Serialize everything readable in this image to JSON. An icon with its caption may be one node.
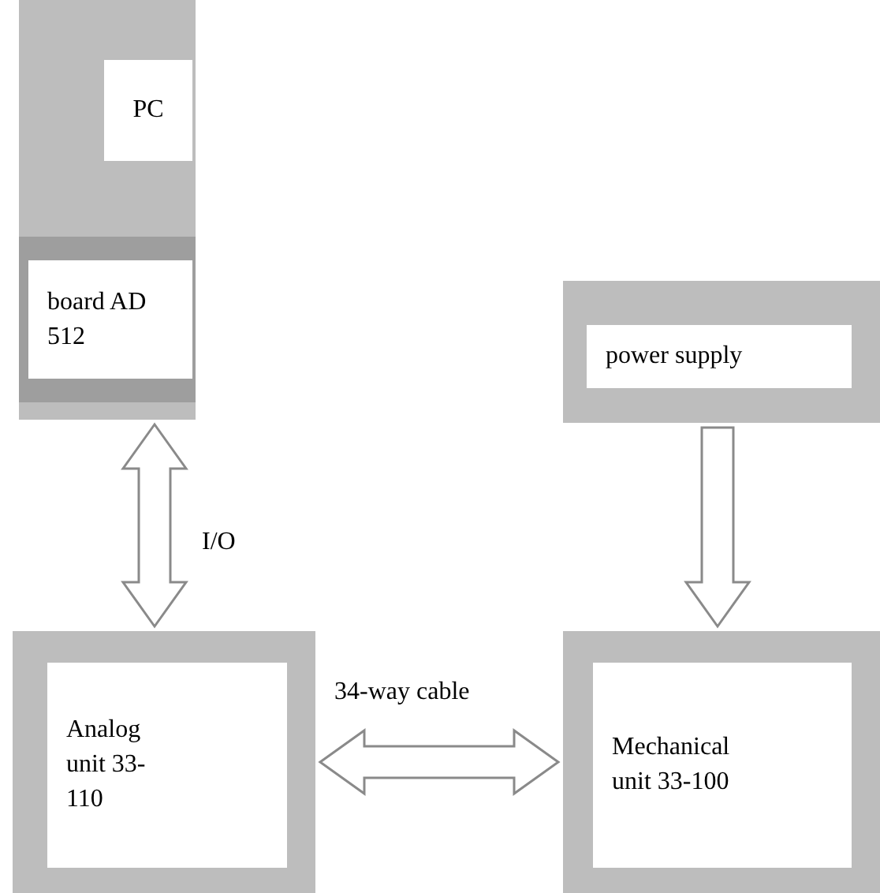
{
  "diagram": {
    "nodes": [
      {
        "text": [],
        "shape": "box"
      },
      {
        "text": [
          "PC"
        ],
        "in": 0
      },
      {
        "text": [
          "board AD 512"
        ],
        "in": 0
      },
      {
        "text": [],
        "shape": "box"
      },
      {
        "text": [
          "power supply"
        ],
        "in": 3
      },
      {
        "text": [],
        "shape": "box"
      },
      {
        "text": [
          "Analog unit 33-110"
        ],
        "in": 5
      },
      {
        "text": [],
        "shape": "box"
      },
      {
        "text": [
          "Mechanical unit 33-100"
        ],
        "in": 7
      }
    ],
    "edges": [
      {
        "from": 0,
        "to": 5,
        "arrow": "both",
        "label": "I/O"
      },
      {
        "from": 3,
        "to": 7,
        "arrow": "to"
      },
      {
        "from": 5,
        "to": 7,
        "arrow": "both",
        "label": "34-way cable"
      }
    ]
  }
}
